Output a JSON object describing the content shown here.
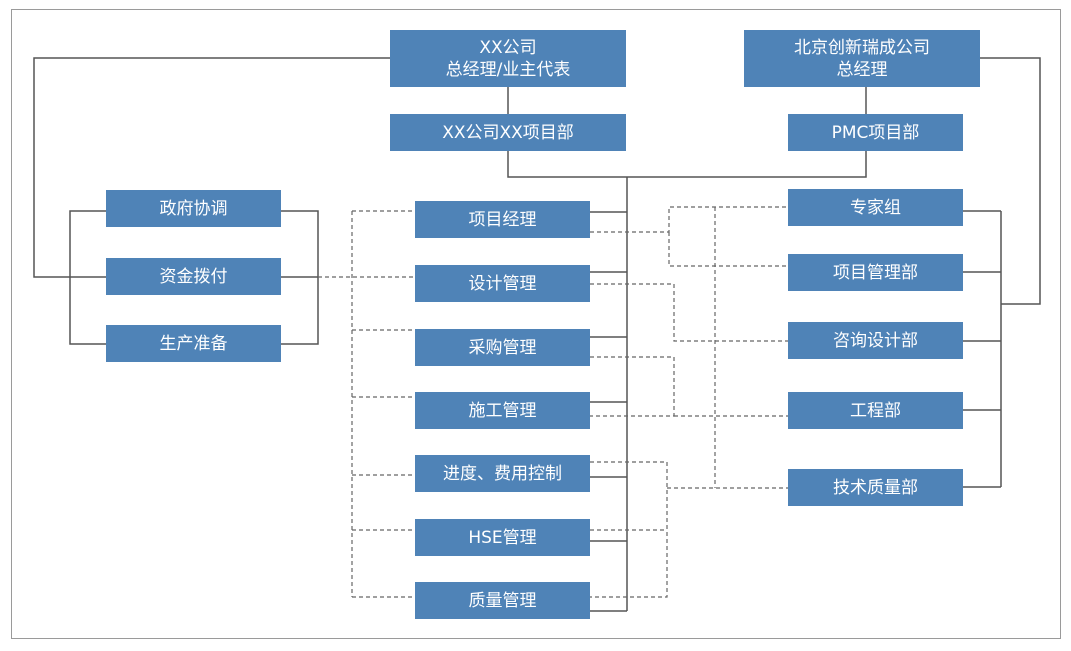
{
  "diagram": {
    "owner": {
      "line1": "XX公司",
      "line2": "总经理/业主代表"
    },
    "owner_dept": "XX公司XX项目部",
    "pmc": {
      "line1": "北京创新瑞成公司",
      "line2": "总经理"
    },
    "pmc_dept": "PMC项目部",
    "left_group": [
      "政府协调",
      "资金拨付",
      "生产准备"
    ],
    "center_functions": [
      "项目经理",
      "设计管理",
      "采购管理",
      "施工管理",
      "进度、费用控制",
      "HSE管理",
      "质量管理"
    ],
    "right_departments": [
      "专家组",
      "项目管理部",
      "咨询设计部",
      "工程部",
      "技术质量部"
    ],
    "colors": {
      "box": "#4f83b7",
      "box_text": "#ffffff",
      "line": "#555555",
      "dashed": "#666666",
      "border": "#9a9a9a"
    }
  }
}
